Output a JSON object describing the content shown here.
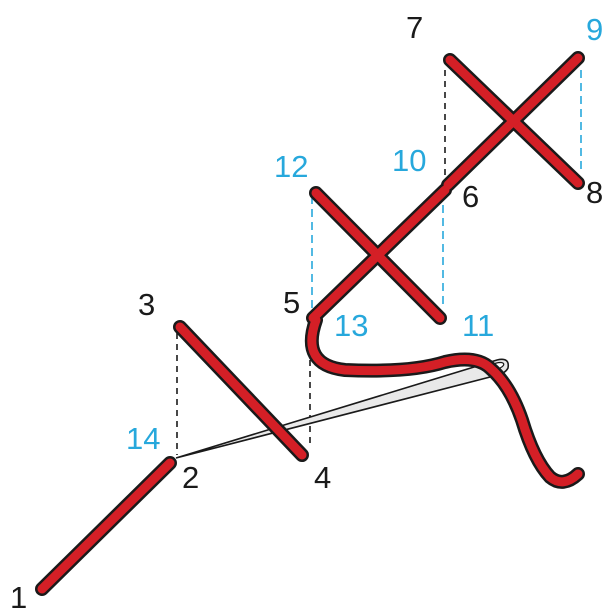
{
  "colors": {
    "thread": "#d41f26",
    "outline": "#1a1a1a",
    "back_guide": "#1a1a1a",
    "front_guide": "#27a8dc",
    "needle_fill": "#e9e9e9"
  },
  "labels": {
    "p1": "1",
    "p2": "2",
    "p3": "3",
    "p4": "4",
    "p5": "5",
    "p6": "6",
    "p7": "7",
    "p8": "8",
    "p9": "9",
    "p10": "10",
    "p11": "11",
    "p12": "12",
    "p13": "13",
    "p14": "14"
  }
}
